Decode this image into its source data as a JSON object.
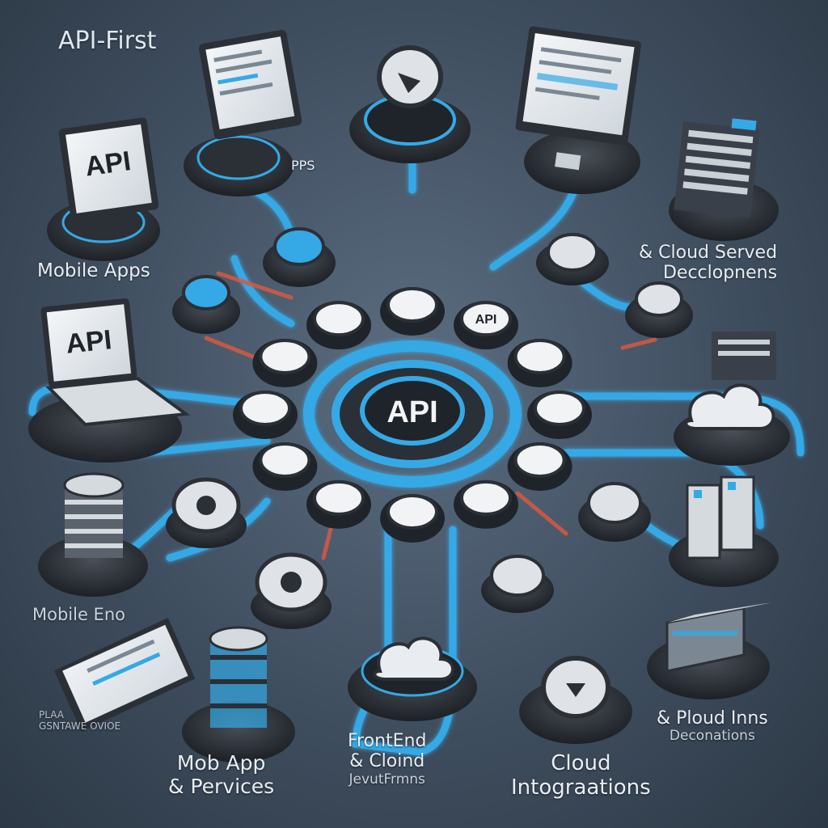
{
  "title": "API-First",
  "hub": {
    "label": "API"
  },
  "hub_nodes": [
    "",
    "API",
    "",
    "",
    "",
    "",
    "",
    "",
    "",
    "",
    "",
    ""
  ],
  "devices": {
    "api_tablet": "API",
    "api_laptop": "API"
  },
  "labels": {
    "mobile_apps": "Mobile Apps",
    "pps": "PPS",
    "cloud_served_line1": "& Cloud Served",
    "cloud_served_line2": "Decclopnens",
    "mobile_end": "Mobile Eno",
    "small_left_line1": "PLAA",
    "small_left_line2": "GSNTAWE OVIOE",
    "mob_app_line1": "Mob App",
    "mob_app_line2": "& Pervices",
    "frontend_line1": "FrontEnd",
    "frontend_line2": "& Cloind",
    "frontend_line3": "JevutFrmns",
    "cloud_int_line1": "Cloud",
    "cloud_int_line2": "Intograations",
    "ploud_line1": "& Ploud Inns",
    "ploud_line2": "Deconations"
  },
  "colors": {
    "accent_blue": "#35a9e6",
    "node_dark": "#2b2f36",
    "node_face": "#f2f3f4",
    "red_accent": "#d8583f",
    "background": "#465668"
  }
}
